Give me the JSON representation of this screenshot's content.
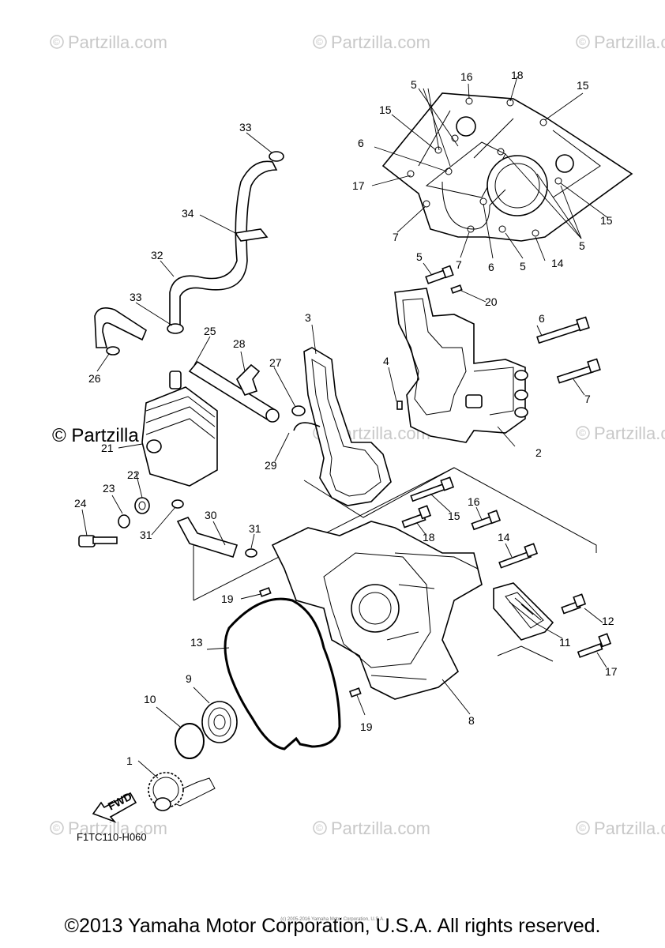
{
  "watermark": {
    "brand": "Partzilla.com",
    "center_text": "© Partzilla"
  },
  "diagram_code": "F1TC110-H060",
  "fwd_label": "FWD",
  "footer": {
    "copyright": "©2013 Yamaha Motor Corporation, U.S.A. All rights reserved.",
    "fine_print": "(c) 2005-2016 Yamaha Motor Corporation, U.S.A."
  },
  "callouts": {
    "c1": "1",
    "c2": "2",
    "c3": "3",
    "c4": "4",
    "c5a": "5",
    "c5b": "5",
    "c5c": "5",
    "c5d": "5",
    "c6a": "6",
    "c6b": "6",
    "c6c": "6",
    "c7a": "7",
    "c7b": "7",
    "c7c": "7",
    "c8": "8",
    "c9": "9",
    "c10": "10",
    "c11": "11",
    "c12": "12",
    "c13": "13",
    "c14a": "14",
    "c14b": "14",
    "c15a": "15",
    "c15b": "15",
    "c15c": "15",
    "c15d": "15",
    "c16a": "16",
    "c16b": "16",
    "c17a": "17",
    "c17b": "17",
    "c18a": "18",
    "c18b": "18",
    "c19a": "19",
    "c19b": "19",
    "c20": "20",
    "c21": "21",
    "c22": "22",
    "c23": "23",
    "c24": "24",
    "c25": "25",
    "c26": "26",
    "c27": "27",
    "c28": "28",
    "c29": "29",
    "c30": "30",
    "c31a": "31",
    "c31b": "31",
    "c32": "32",
    "c33a": "33",
    "c33b": "33",
    "c34": "34"
  }
}
